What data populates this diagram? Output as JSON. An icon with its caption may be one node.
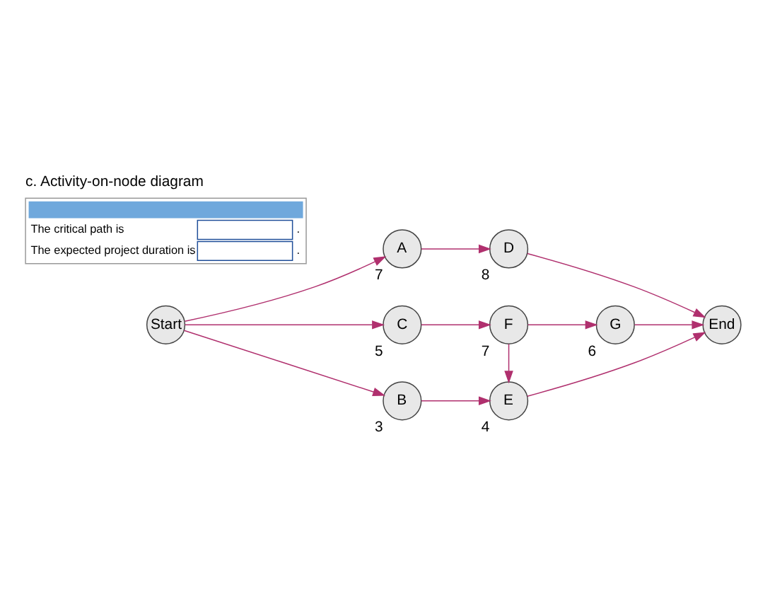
{
  "diagram": {
    "title": "c. Activity-on-node diagram",
    "nodes": [
      {
        "text": [
          "Start"
        ]
      },
      {
        "text": [
          "A"
        ],
        "beside": [
          "7"
        ]
      },
      {
        "text": [
          "B"
        ],
        "beside": [
          "3"
        ]
      },
      {
        "text": [
          "C"
        ],
        "beside": [
          "5"
        ]
      },
      {
        "text": [
          "D"
        ],
        "beside": [
          "8"
        ]
      },
      {
        "text": [
          "E"
        ],
        "beside": [
          "4"
        ]
      },
      {
        "text": [
          "F"
        ],
        "beside": [
          "7"
        ]
      },
      {
        "text": [
          "G"
        ],
        "beside": [
          "6"
        ]
      },
      {
        "text": [
          "End"
        ]
      }
    ],
    "edges": [
      {
        "from": 0,
        "to": 1,
        "arrow": "to"
      },
      {
        "from": 0,
        "to": 2,
        "arrow": "to"
      },
      {
        "from": 0,
        "to": 3,
        "arrow": "to"
      },
      {
        "from": 1,
        "to": 4,
        "arrow": "to"
      },
      {
        "from": 2,
        "to": 5,
        "arrow": "to"
      },
      {
        "from": 3,
        "to": 6,
        "arrow": "to"
      },
      {
        "from": 6,
        "to": 5,
        "arrow": "to"
      },
      {
        "from": 6,
        "to": 7,
        "arrow": "to"
      },
      {
        "from": 4,
        "to": 8,
        "arrow": "to"
      },
      {
        "from": 5,
        "to": 8,
        "arrow": "to"
      },
      {
        "from": 7,
        "to": 8,
        "arrow": "to"
      }
    ],
    "labels": [
      "The critical path is",
      ".",
      "The expected project duration is",
      "."
    ]
  }
}
